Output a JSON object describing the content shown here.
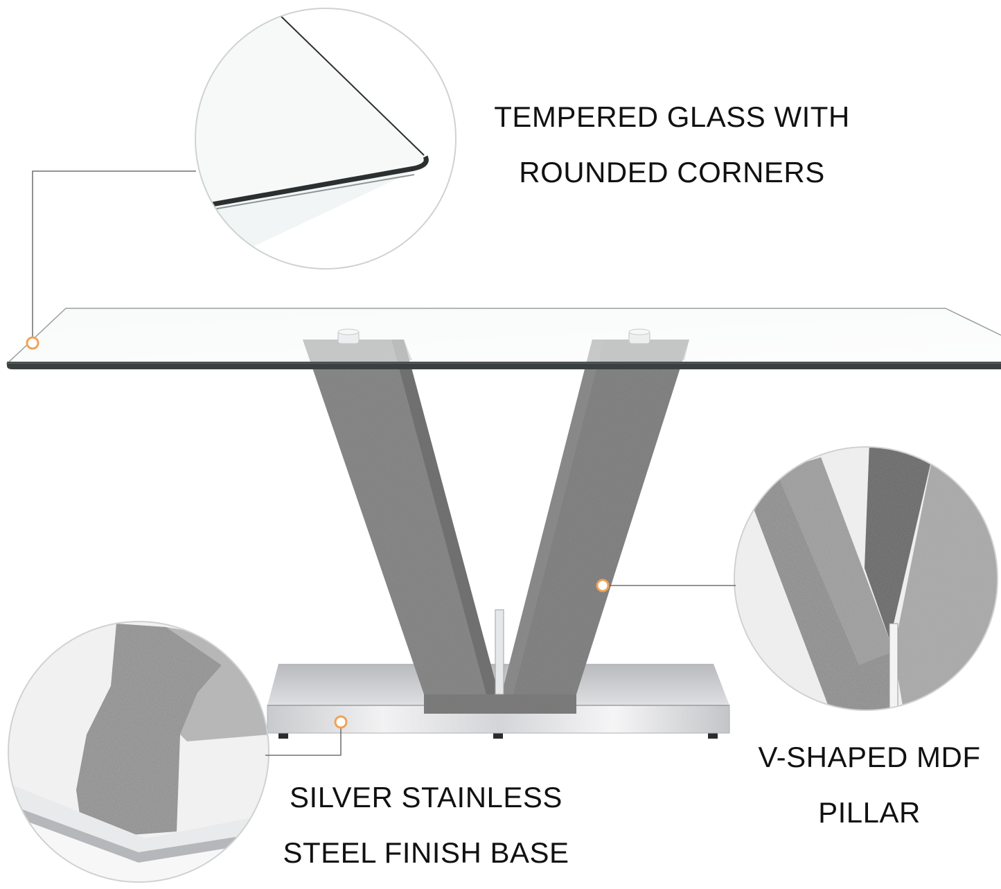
{
  "callouts": {
    "glass": {
      "line1": "TEMPERED GLASS WITH",
      "line2": "ROUNDED CORNERS"
    },
    "base": {
      "line1": "SILVER STAINLESS",
      "line2": "STEEL FINISH BASE"
    },
    "pillar": {
      "line1": "V-SHAPED MDF",
      "line2": "PILLAR"
    }
  },
  "colors": {
    "marker": "#f0a256",
    "leader_line": "#555555",
    "concrete": "#7c7c7c",
    "steel": "#d9dadd",
    "glass_edge": "#2b2f2f"
  }
}
